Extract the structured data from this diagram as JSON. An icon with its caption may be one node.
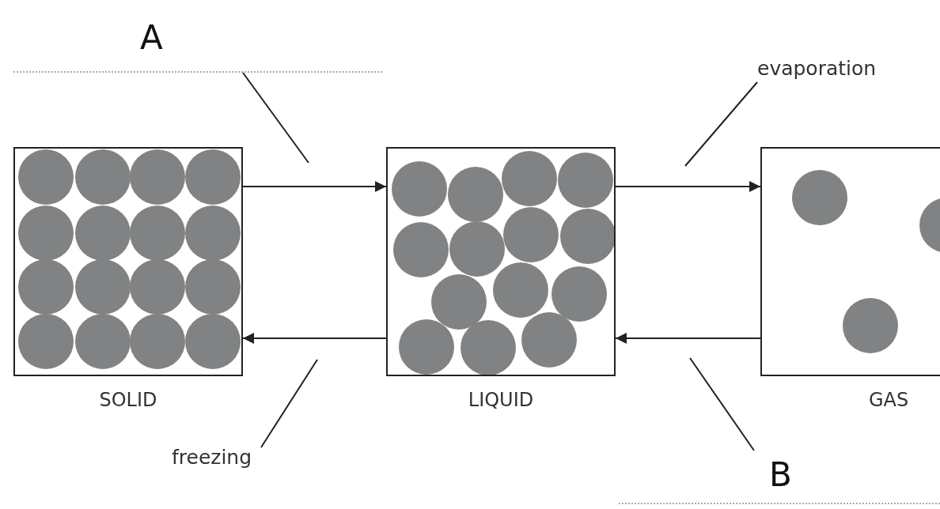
{
  "diagram": {
    "nodes": [
      {
        "text": [],
        "shape": "box",
        "beside": [
          "SOLID"
        ]
      },
      {
        "text": [],
        "shape": "box",
        "beside": [
          "LIQUID"
        ]
      },
      {
        "text": [],
        "shape": "box",
        "beside": [
          "GAS"
        ]
      },
      {
        "text": [
          "A"
        ]
      },
      {
        "text": [
          "evaporation"
        ]
      },
      {
        "text": [
          "freezing"
        ]
      },
      {
        "text": [
          "B"
        ]
      }
    ],
    "edges": [
      {
        "from": 0,
        "to": 1,
        "arrow": "to"
      },
      {
        "from": 1,
        "to": 2,
        "arrow": "to"
      },
      {
        "from": 2,
        "to": 1,
        "arrow": "to"
      },
      {
        "from": 1,
        "to": 0,
        "arrow": "to"
      },
      {
        "from": 3,
        "to": null,
        "arrow": "none"
      },
      {
        "from": 4,
        "to": null,
        "arrow": "none"
      },
      {
        "from": 5,
        "to": null,
        "arrow": "none"
      },
      {
        "from": 6,
        "to": null,
        "arrow": "none"
      }
    ]
  }
}
